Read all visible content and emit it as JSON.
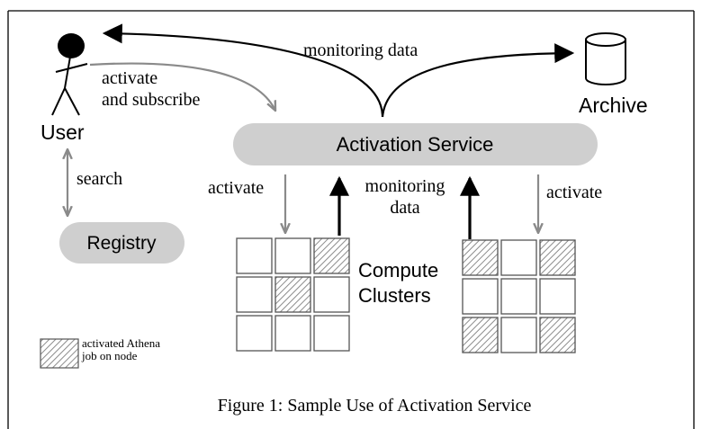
{
  "labels": {
    "user": "User",
    "archive": "Archive",
    "activate_and_subscribe_line1": "activate",
    "activate_and_subscribe_line2": "and subscribe",
    "monitoring_data_top": "monitoring data",
    "search": "search",
    "activation_service": "Activation Service",
    "registry": "Registry",
    "activate_left": "activate",
    "activate_right": "activate",
    "monitoring_line1": "monitoring",
    "monitoring_line2": "data",
    "compute_line1": "Compute",
    "compute_line2": "Clusters",
    "legend_line1": "activated Athena",
    "legend_line2": "job on node"
  },
  "caption": "Figure 1:  Sample Use of Activation Service",
  "clusters": {
    "left": [
      [
        0,
        0,
        1
      ],
      [
        0,
        1,
        0
      ],
      [
        0,
        0,
        0
      ]
    ],
    "right": [
      [
        1,
        0,
        1
      ],
      [
        0,
        0,
        0
      ],
      [
        1,
        0,
        1
      ]
    ]
  },
  "colors": {
    "service_fill": "#cfcfcf",
    "registry_fill": "#cfcfcf",
    "gray_arrow": "#8a8a8a",
    "black_arrow": "#000000"
  }
}
